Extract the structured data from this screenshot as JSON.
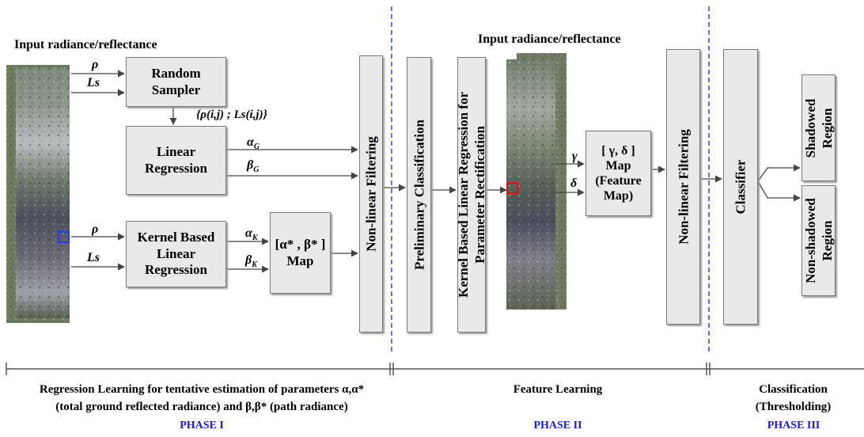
{
  "phase1": {
    "input_label": "Input radiance/reflectance",
    "rho": "ρ",
    "ls": "Ls",
    "random_sampler": "Random Sampler",
    "sample_set": "{ρ(i,j) ; Ls(i,j)}",
    "linear_regression_line1": "Linear",
    "linear_regression_line2": "Regression",
    "alpha_g": "α",
    "alpha_g_sub": "G",
    "beta_g": "β",
    "beta_g_sub": "G",
    "rho2": "ρ",
    "ls2": "Ls",
    "kernel_line1": "Kernel Based",
    "kernel_line2": "Linear",
    "kernel_line3": "Regression",
    "alpha_k": "α",
    "alpha_k_sub": "K",
    "beta_k": "β",
    "beta_k_sub": "K",
    "map_line1": "[α* , β* ]",
    "map_line2": "Map",
    "nonlinear_filtering": "Non-linear Filtering"
  },
  "phase2": {
    "preliminary_classification": "Preliminary Classification",
    "kernel_rect_line1": "Kernel Based Linear Regression for",
    "kernel_rect_line2": "Parameter Rectification",
    "input_label": "Input radiance/reflectance",
    "gamma": "γ",
    "delta": "δ",
    "feature_map_line1": "[ γ, δ ]",
    "feature_map_line2": "Map",
    "feature_map_line3": "(Feature",
    "feature_map_line4": "Map)",
    "nonlinear_filtering": "Non-linear Filtering"
  },
  "phase3": {
    "classifier": "Classifier",
    "shadowed_line1": "Shadowed",
    "shadowed_line2": "Region",
    "nonshadowed_line1": "Non-shadowed",
    "nonshadowed_line2": "Region"
  },
  "footer": {
    "phase1_desc_line1": "Regression Learning for tentative estimation of parameters α,α*",
    "phase1_desc_line2": "(total ground reflected radiance) and β,β* (path radiance)",
    "phase1_label": "PHASE I",
    "phase2_desc": "Feature Learning",
    "phase2_label": "PHASE II",
    "phase3_desc_line1": "Classification",
    "phase3_desc_line2": "(Thresholding)",
    "phase3_label": "PHASE III"
  },
  "colors": {
    "divider": "#2020c8",
    "phase_label": "#1a1ad0",
    "marker_blue": "#1a3cff",
    "marker_red": "#e81010"
  }
}
